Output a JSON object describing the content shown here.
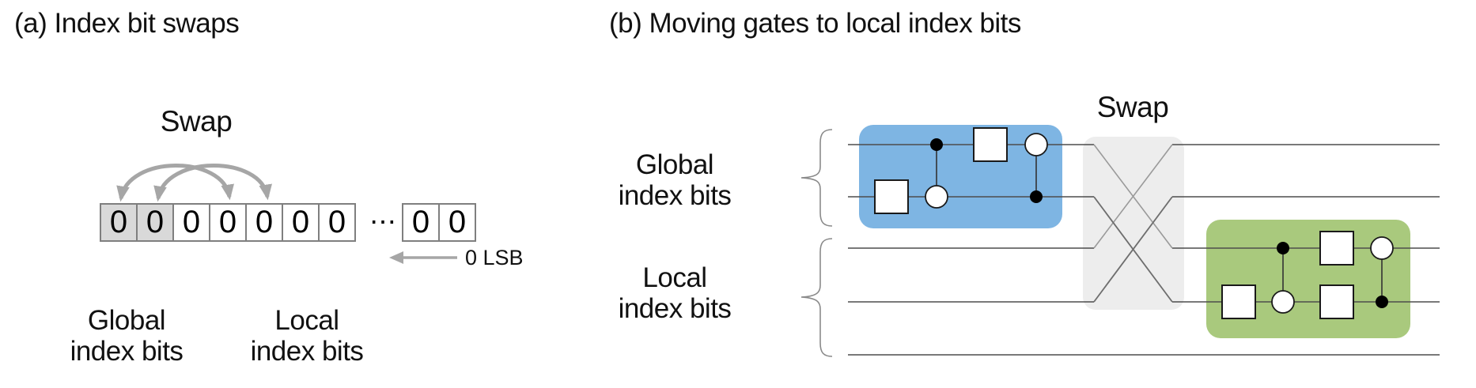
{
  "colors": {
    "gate_block_blue": "#7EB5E3",
    "gate_block_green": "#A9C97D",
    "swap_box_gray": "#EDEDED",
    "shaded_cell_gray": "#D9D9D9",
    "arrow_gray": "#A6A6A6",
    "wire_gray": "#4D4D4D"
  },
  "panel_a": {
    "title": "(a) Index bit swaps",
    "swap_label": "Swap",
    "bit_cells": [
      "0",
      "0",
      "0",
      "0",
      "0",
      "0",
      "0"
    ],
    "bit_cells_tail": [
      "0",
      "0"
    ],
    "ellipsis": "⋯",
    "lsb_label": "0 LSB",
    "global_label": [
      "Global",
      "index bits"
    ],
    "local_label": [
      "Local",
      "index bits"
    ]
  },
  "panel_b": {
    "title": "(b) Moving gates to local index bits",
    "swap_label": "Swap",
    "global_label": [
      "Global",
      "index bits"
    ],
    "local_label": [
      "Local",
      "index bits"
    ]
  }
}
